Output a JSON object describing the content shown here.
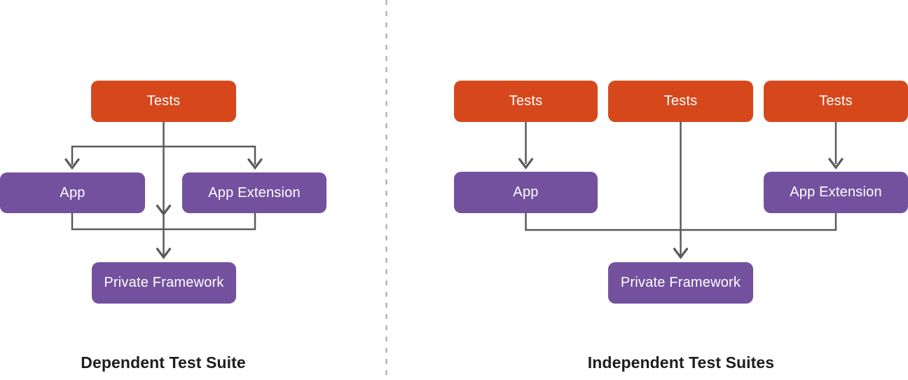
{
  "diagram": {
    "left": {
      "caption": "Dependent Test Suite",
      "nodes": {
        "tests": "Tests",
        "app": "App",
        "app_extension": "App Extension",
        "private_framework": "Private Framework"
      }
    },
    "right": {
      "caption": "Independent Test Suites",
      "nodes": {
        "tests1": "Tests",
        "tests2": "Tests",
        "tests3": "Tests",
        "app": "App",
        "app_extension": "App Extension",
        "private_framework": "Private Framework"
      }
    },
    "colors": {
      "tests_box_fill": "#D6481C",
      "component_box_fill": "#73519F",
      "box_text": "#FFFFFF",
      "connector": "#595A5C",
      "divider_dashed": "#ABABAB",
      "caption_text": "#1D1D1F",
      "background": "#FFFFFF"
    }
  }
}
